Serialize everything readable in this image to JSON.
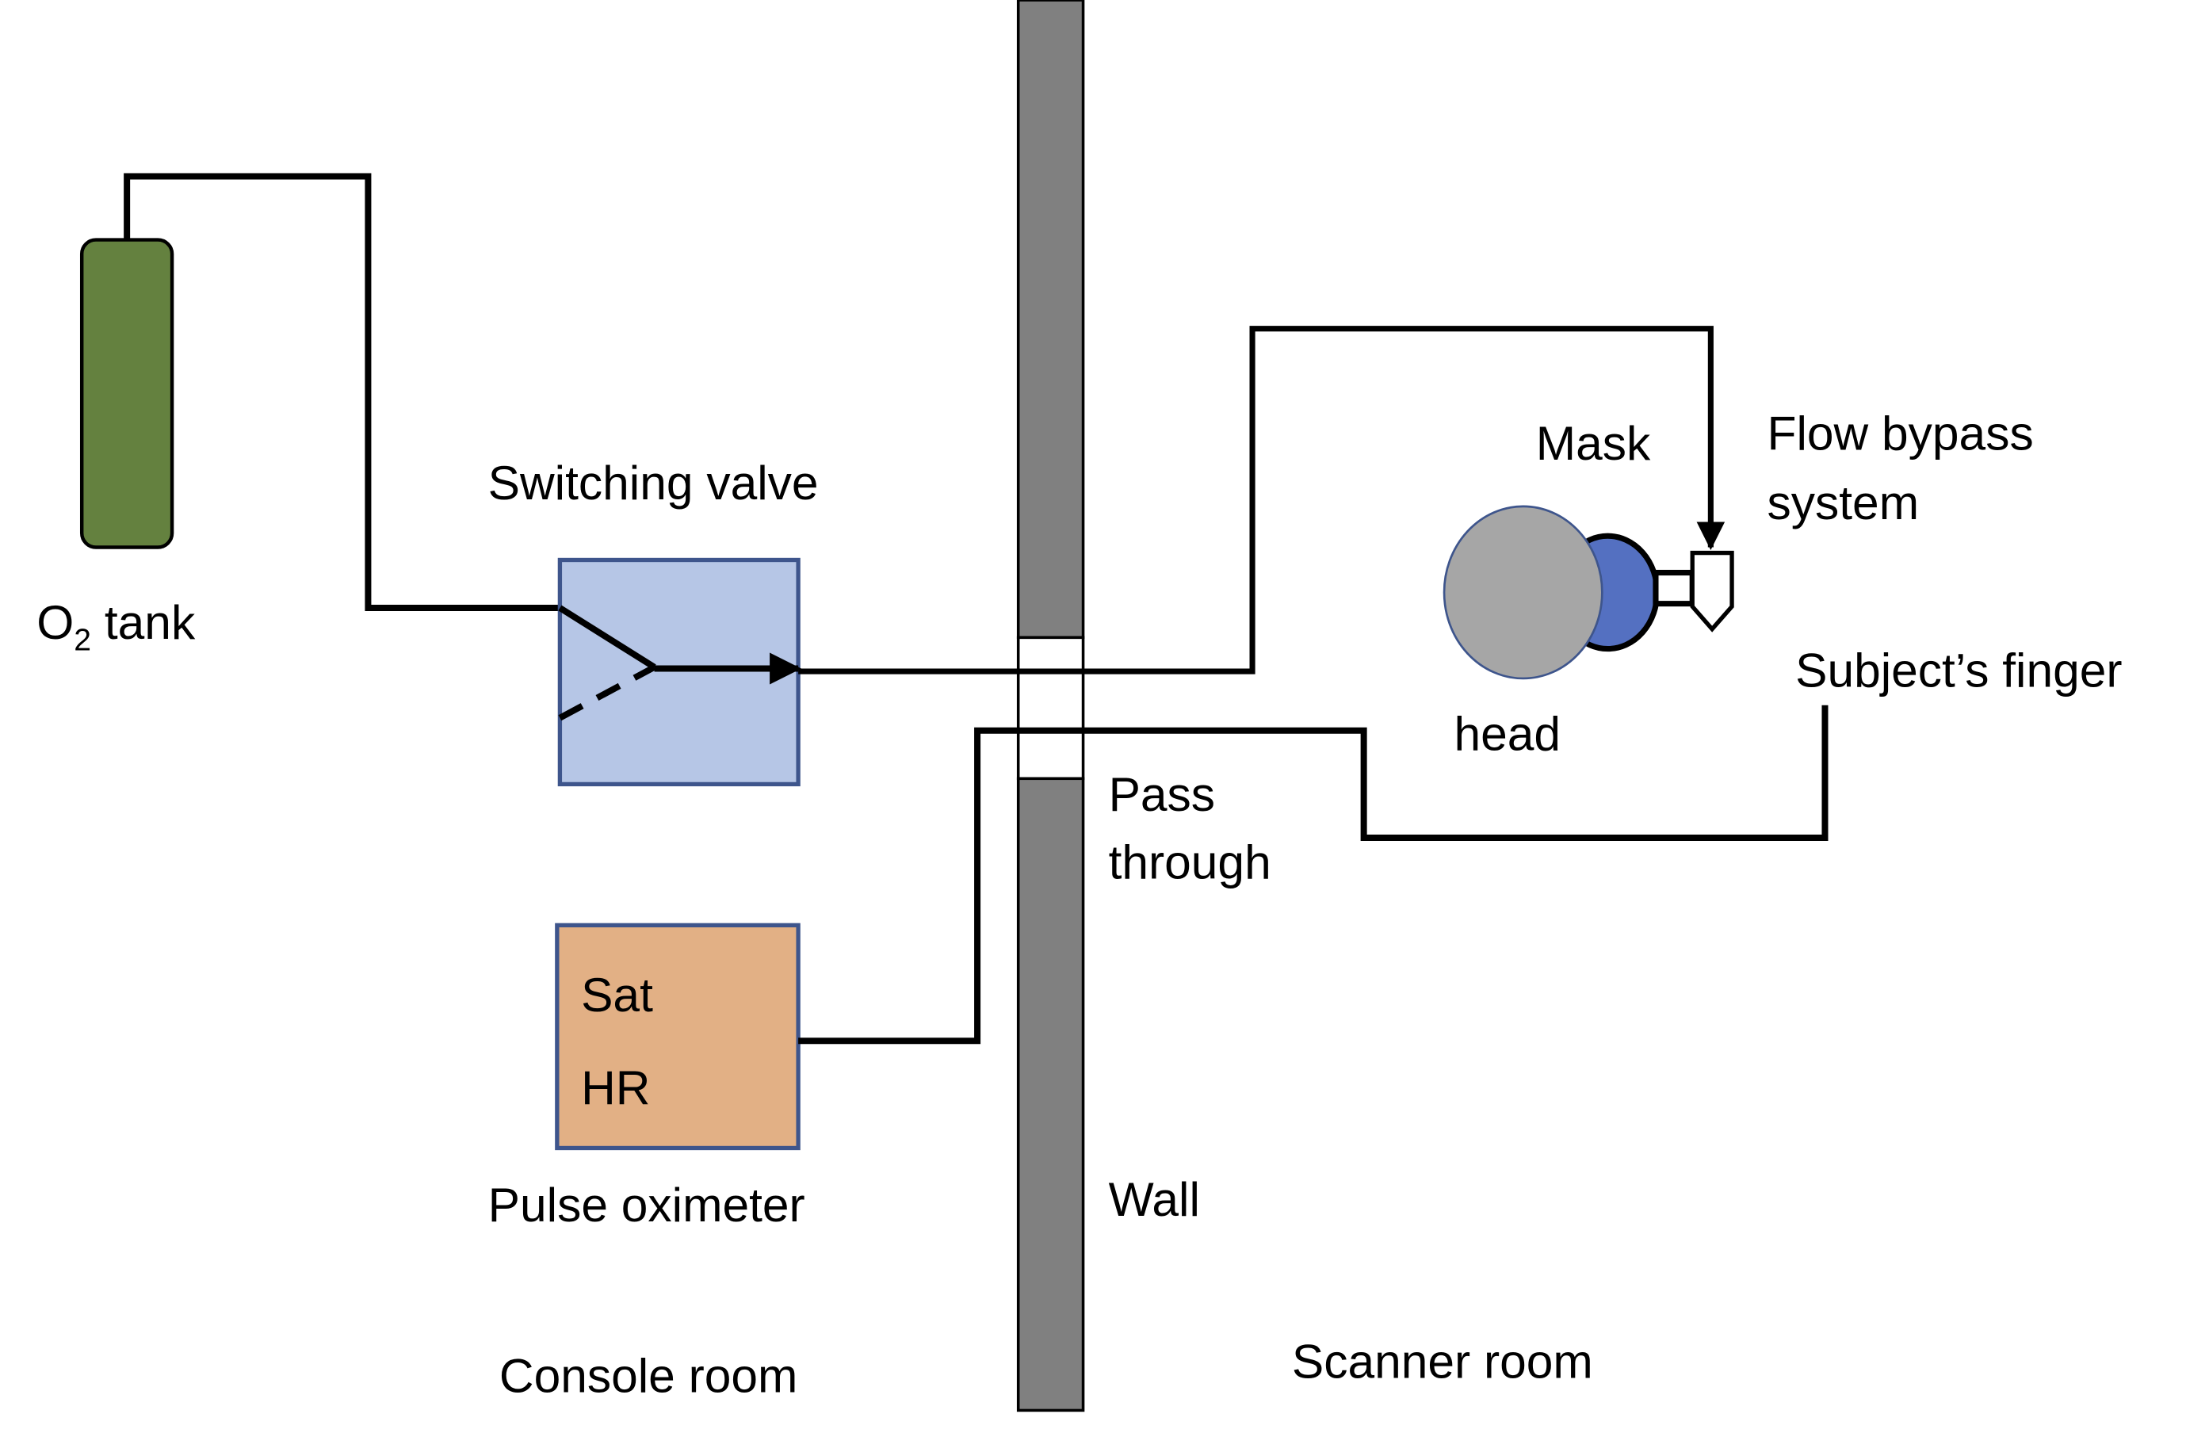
{
  "diagram": {
    "title": "",
    "labels": {
      "o2_tank_prefix": "O",
      "o2_tank_sub": "2",
      "o2_tank_suffix": " tank",
      "switching_valve": "Switching valve",
      "pulse_oximeter": "Pulse oximeter",
      "sat": "Sat",
      "hr": "HR",
      "pass_through_1": "Pass",
      "pass_through_2": "through",
      "wall": "Wall",
      "console_room": "Console room",
      "scanner_room": "Scanner room",
      "mask": "Mask",
      "flow_bypass_1": "Flow bypass",
      "flow_bypass_2": "system",
      "head": "head",
      "subjects_finger": "Subject’s finger"
    },
    "colors": {
      "tank": "#64813f",
      "valve_fill": "#b6c6e6",
      "valve_border": "#3e558c",
      "oximeter_fill": "#e2b085",
      "wall": "#808080",
      "head": "#a6a6a6",
      "mask": "#5470c1"
    }
  }
}
